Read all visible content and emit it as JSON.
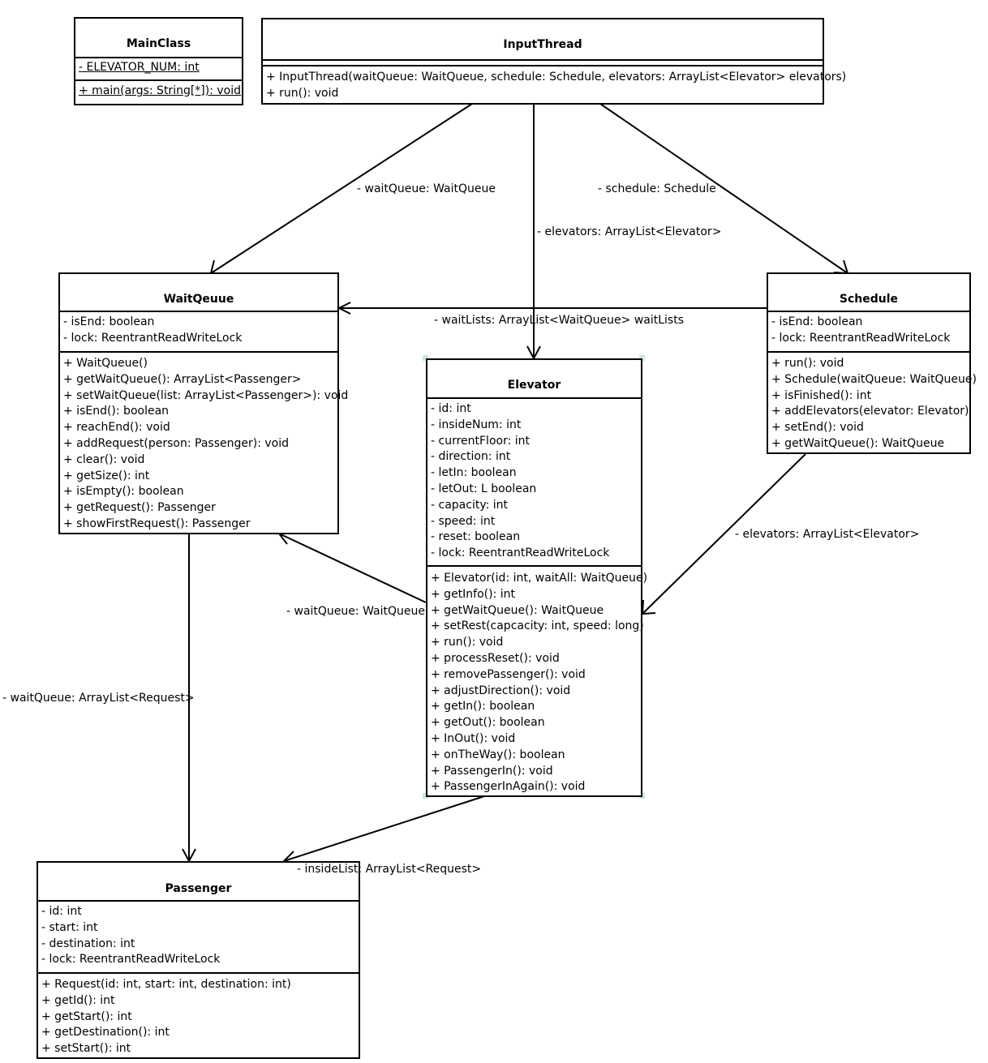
{
  "classes": {
    "main_class": {
      "name": "MainClass",
      "attributes": [
        "- ELEVATOR_NUM: int"
      ],
      "methods": [
        "+ main(args: String[*]): void"
      ]
    },
    "input_thread": {
      "name": "InputThread",
      "methods": [
        "+ InputThread(waitQueue: WaitQueue, schedule: Schedule, elevators: ArrayList<Elevator> elevators)",
        "+ run(): void"
      ]
    },
    "wait_queue": {
      "name": "WaitQeuue",
      "attributes": [
        "- isEnd: boolean",
        "- lock: ReentrantReadWriteLock"
      ],
      "methods": [
        "+ WaitQueue()",
        "+ getWaitQueue(): ArrayList<Passenger>",
        "+ setWaitQueue(list: ArrayList<Passenger>): void",
        "+ isEnd(): boolean",
        "+ reachEnd(): void",
        "+ addRequest(person: Passenger): void",
        "+ clear(): void",
        "+ getSize(): int",
        "+ isEmpty(): boolean",
        "+ getRequest(): Passenger",
        "+ showFirstRequest(): Passenger"
      ]
    },
    "schedule": {
      "name": "Schedule",
      "attributes": [
        "- isEnd: boolean",
        "- lock: ReentrantReadWriteLock"
      ],
      "methods": [
        "+ run(): void",
        "+ Schedule(waitQueue: WaitQueue)",
        "+ isFinished(): int",
        "+ addElevators(elevator: Elevator)",
        "+ setEnd(): void",
        "+ getWaitQueue(): WaitQueue"
      ]
    },
    "elevator": {
      "name": "Elevator",
      "attributes": [
        "- id: int",
        "- insideNum: int",
        "- currentFloor: int",
        "- direction: int",
        "- letIn: boolean",
        "- letOut: L boolean",
        "- capacity: int",
        "- speed: int",
        "- reset: boolean",
        "- lock: ReentrantReadWriteLock"
      ],
      "methods": [
        "+ Elevator(id: int, waitAll: WaitQueue)",
        "+ getInfo(): int",
        "+ getWaitQueue(): WaitQueue",
        "+ setRest(capcacity: int, speed: long)",
        "+ run(): void",
        "+ processReset(): void",
        "+ removePassenger(): void",
        "+ adjustDirection(): void",
        "+ getIn(): boolean",
        "+ getOut(): boolean",
        "+ InOut(): void",
        "+ onTheWay(): boolean",
        "+ PassengerIn(): void",
        "+ PassengerInAgain(): void"
      ]
    },
    "passenger": {
      "name": "Passenger",
      "attributes": [
        "- id: int",
        "- start: int",
        "- destination: int",
        "- lock: ReentrantReadWriteLock"
      ],
      "methods": [
        "+ Request(id: int, start: int, destination: int)",
        "+ getId(): int",
        "+ getStart(): int",
        "+ getDestination(): int",
        "+ setStart(): int"
      ]
    }
  },
  "associations": {
    "input_waitqueue": "- waitQueue: WaitQueue",
    "input_schedule": "- schedule: Schedule",
    "input_elevators": "- elevators: ArrayList<Elevator>",
    "schedule_waitlists": "- waitLists: ArrayList<WaitQueue> waitLists",
    "schedule_elevators": "- elevators: ArrayList<Elevator>",
    "elevator_waitqueue": "- waitQueue: WaitQueue",
    "waitqueue_passenger": "- waitQueue: ArrayList<Request>",
    "elevator_insidelist": "- insideList: ArrayList<Request>"
  }
}
